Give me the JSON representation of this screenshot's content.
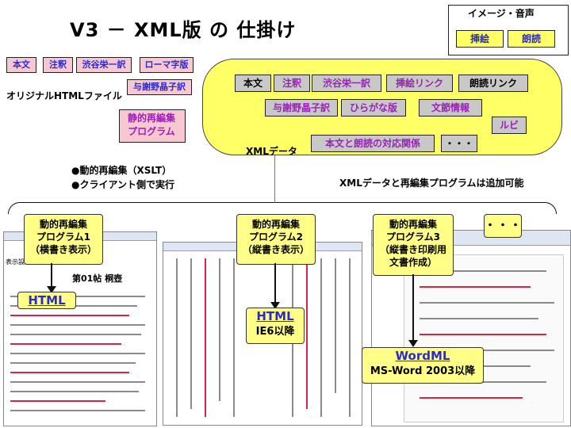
{
  "title": "V3 － XML版 の 仕掛け",
  "image_voice": {
    "label": "イメージ・音声",
    "buttons": [
      "挿絵",
      "朗読"
    ]
  },
  "original_html": {
    "label": "オリジナルHTMLファイル",
    "tags_row": [
      "本文",
      "注釈",
      "渋谷栄一訳",
      "ローマ字版"
    ],
    "extra_tag": "与謝野晶子訳"
  },
  "static_program": "静的再編集\nプログラム",
  "xml": {
    "label": "XMLデータ",
    "row1": [
      "本文",
      "注釈",
      "渋谷栄一訳",
      "挿絵リンク",
      "朗読リンク"
    ],
    "row2": [
      "与謝野晶子訳",
      "ひらがな版",
      "文節情報"
    ],
    "ruby": "ルビ",
    "mapping": "本文と朗読の対応関係",
    "more": "・・・"
  },
  "dynamic": {
    "bullet1": "●動的再編集（XSLT）",
    "bullet2": "●クライアント側で実行",
    "note": "XMLデータと再編集プログラムは追加可能",
    "more": "・・・"
  },
  "programs": [
    {
      "label": "動的再編集\nプログラム1\n（横書き表示）",
      "output": "HTML",
      "output_sub": ""
    },
    {
      "label": "動的再編集\nプログラム2\n（縦書き表示）",
      "output": "HTML",
      "output_sub": "IE6以降"
    },
    {
      "label": "動的再編集\nプログラム3\n（縦書き印刷用\n文書作成）",
      "output": "WordML",
      "output_sub": "MS-Word 2003以降"
    }
  ],
  "screens": {
    "s1_heading": "第01帖 桐壺",
    "s1_menu": "表示設定"
  },
  "colors": {
    "pink": "#f7c8d2",
    "yellow": "#ffff66",
    "blue_text": "#2a2ad0",
    "purple_text": "#9b1fb8",
    "gray": "#c8c8c8"
  }
}
